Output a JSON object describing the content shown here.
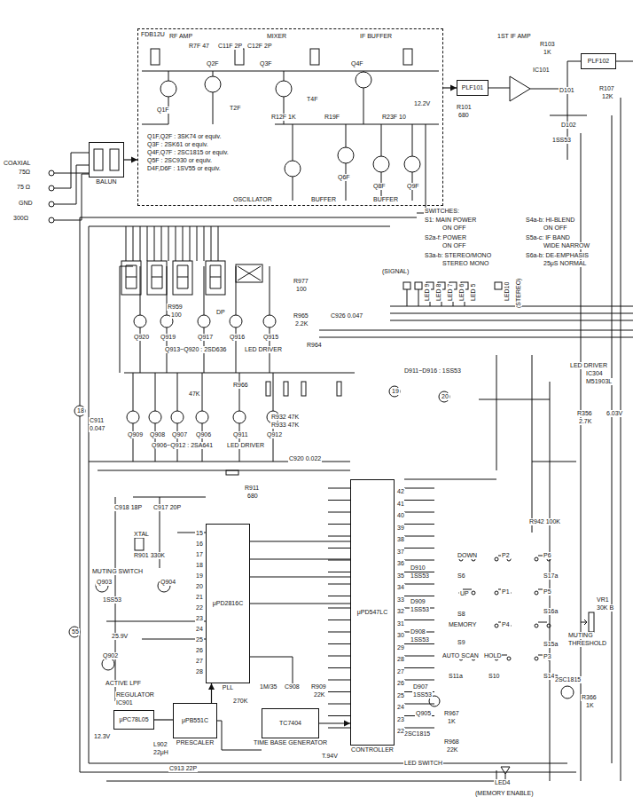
{
  "diagram": {
    "nodes": [
      {
        "text": [
          "FDB12U"
        ]
      },
      {
        "text": [
          "BALUN"
        ]
      },
      {
        "text": [
          "PLF101"
        ]
      },
      {
        "text": [
          "PLF102"
        ]
      },
      {
        "text": [
          "μPD2816C",
          "PLL"
        ]
      },
      {
        "text": [
          "μPD547LC",
          "CONTROLLER"
        ]
      },
      {
        "text": [
          "μPB551C",
          "PRESCALER"
        ]
      },
      {
        "text": [
          "μPC78L05"
        ]
      },
      {
        "text": [
          "TC7404",
          "TIME BASE GENERATOR"
        ]
      }
    ],
    "edges": [
      {
        "from": 1,
        "to": 0,
        "arrow": "to"
      },
      {
        "from": 0,
        "to": 2,
        "arrow": "to"
      },
      {
        "from": 6,
        "to": 4,
        "arrow": "to"
      },
      {
        "from": 4,
        "to": 5,
        "arrow": "none"
      },
      {
        "from": 8,
        "to": 5,
        "arrow": "to"
      },
      {
        "from": 7,
        "to": 6,
        "arrow": "none"
      }
    ],
    "labels": [
      "COAXIAL",
      "75Ω",
      "75 Ω",
      "GND",
      "300Ω",
      "RF AMP",
      "MIXER",
      "IF BUFFER",
      "Q1F",
      "Q2F",
      "Q3F",
      "Q4F",
      "R7F 47",
      "C11F 2P",
      "C12F 2P",
      "T2F",
      "T4F",
      "R12F 1K",
      "R19F",
      "R23F 10",
      "Q1F,Q2F : 3SK74 or equiv.",
      "Q3F : 2SK61 or equiv.",
      "Q4F,Q7F : 2SC1815 or equiv.",
      "Q5F : 2SC930 or equiv.",
      "D4F,D6F : 1SV55 or equiv.",
      "Q6F",
      "Q8F",
      "Q9F",
      "OSCILLATOR",
      "BUFFER",
      "BUFFER",
      "12.2V",
      "1ST IF AMP",
      "IC101",
      "R101",
      "680",
      "R103",
      "1K",
      "D101",
      "D102",
      "1SS53",
      "R107",
      "12K",
      "SWITCHES:",
      "S1: MAIN POWER",
      "ON OFF",
      "S2a-f: POWER",
      "ON OFF",
      "S3a-b: STEREO/MONO",
      "STEREO MONO",
      "S4a-b: HI-BLEND",
      "ON OFF",
      "S5a-c: IF BAND",
      "WIDE NARROW",
      "S6a-b: DE-EMPHASIS",
      "25μS NORMAL",
      "R959",
      "100",
      "DP",
      "R977",
      "100",
      "(SIGNAL)",
      "LED 9",
      "LED 8",
      "LED 7",
      "LED 6",
      "LED 5",
      "LED10",
      "(STEREO)",
      "R965",
      "2.2K",
      "C926 0.047",
      "R964",
      "Q913~Q920 : 2SD636",
      "LED DRIVER",
      "Q920",
      "Q919",
      "Q917",
      "Q916",
      "Q915",
      "R966",
      "47K",
      "Q909",
      "Q908",
      "Q907",
      "Q906",
      "Q911",
      "Q912",
      "Q906~Q912 : 2SA641",
      "LED DRIVER",
      "R932 47K",
      "R933 47K",
      "C911",
      "0.047",
      "D911~D916 : 1SS53",
      "R356",
      "2.7K",
      "LED DRIVER",
      "IC304",
      "M51903L",
      "6.03V",
      "C920 0.022",
      "R911",
      "680",
      "XTAL",
      "C918 18P",
      "C917 20P",
      "R901 330K",
      "MUTING SWITCH",
      "Q903",
      "Q904",
      "1SS53",
      "25.9V",
      "Q902",
      "ACTIVE LPF",
      "REGULATOR",
      "IC901",
      "12.3V",
      "L902",
      "22μH",
      "C913 22P",
      "T.94V",
      "1M/35",
      "C908",
      "R909",
      "22K",
      "270K",
      "DOWN",
      "S6",
      "UP",
      "S8",
      "MEMORY",
      "S9",
      "AUTO SCAN",
      "S11a",
      "HOLD",
      "S10",
      "P2",
      "P6",
      "P1",
      "P5",
      "P4",
      "P3",
      "S17a",
      "S16a",
      "S15a",
      "S14a",
      "D910",
      "1SS53",
      "D909",
      "1SS53",
      "D908",
      "1SS53",
      "D907",
      "1SS53",
      "Q905",
      "R967",
      "1K",
      "2SC1815",
      "R968",
      "22K",
      "LED SWITCH",
      "LED4",
      "(MEMORY ENABLE)",
      "VR1",
      "30K B",
      "MUTING",
      "THRESHOLD",
      "2SC1815",
      "R366",
      "1K",
      "18",
      "19",
      "20",
      "55",
      "R942 100K",
      "42",
      "41",
      "40",
      "39",
      "38",
      "37",
      "36",
      "35",
      "34",
      "33",
      "32",
      "31",
      "30",
      "29",
      "28",
      "27",
      "26",
      "25",
      "24",
      "23",
      "22",
      "15",
      "16",
      "17",
      "18",
      "19",
      "20",
      "21",
      "22",
      "23",
      "24",
      "25",
      "26",
      "27",
      "28"
    ]
  }
}
